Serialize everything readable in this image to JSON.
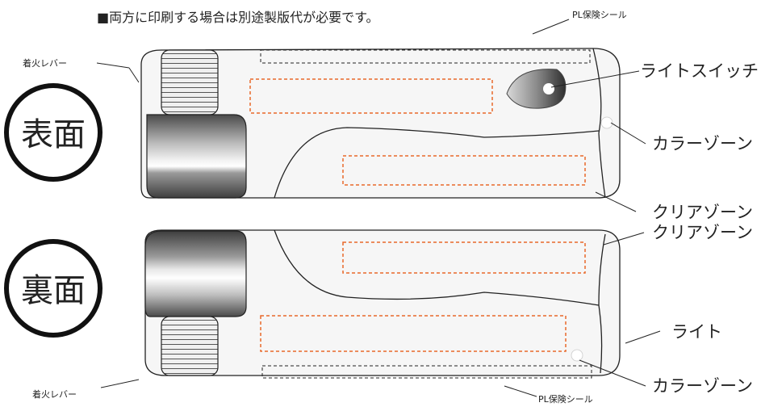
{
  "note": "■両方に印刷する場合は別途製版代が必要です。",
  "labels": {
    "pl_seal_top": "PL保険シール",
    "pl_seal_bottom": "PL保険シール",
    "ignition_lever_top": "着火レバー",
    "ignition_lever_bottom": "着火レバー",
    "light_switch": "ライトスイッチ",
    "color_zone_top": "カラーゾーン",
    "clear_zone_1": "クリアゾーン",
    "clear_zone_2": "クリアゾーン",
    "light": "ライト",
    "color_zone_bottom": "カラーゾーン"
  },
  "sides": {
    "front": "表面",
    "back": "裏面"
  },
  "colors": {
    "print_area": "#e8692a",
    "outline": "#222222",
    "body_fill": "#f5f5f5"
  }
}
